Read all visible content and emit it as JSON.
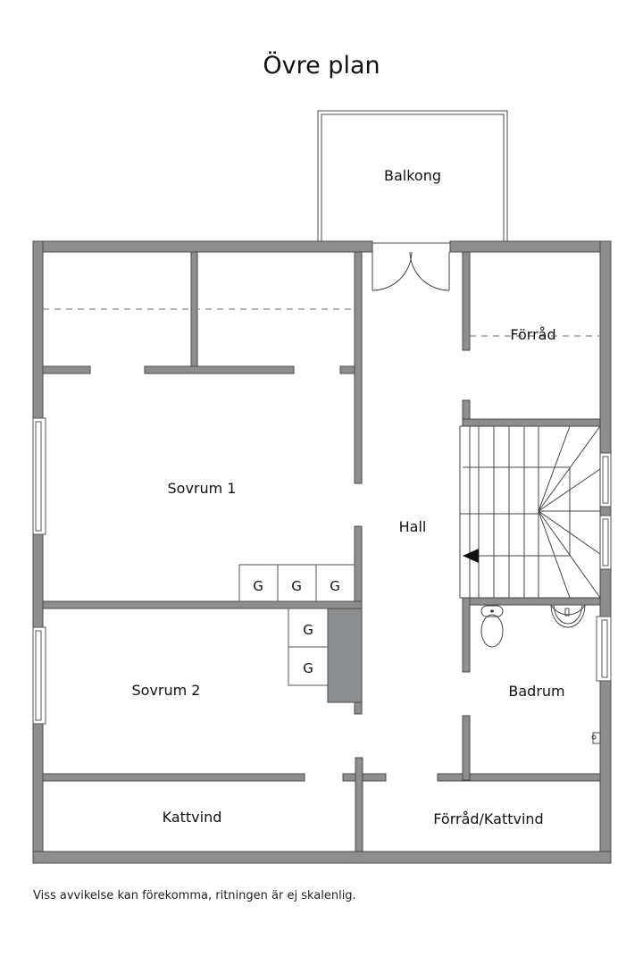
{
  "title": "Övre plan",
  "footnote": "Viss avvikelse kan förekomma, ritningen är ej skalenlig.",
  "rooms": {
    "balkong": "Balkong",
    "forrad": "Förråd",
    "sovrum1": "Sovrum 1",
    "hall": "Hall",
    "sovrum2": "Sovrum 2",
    "badrum": "Badrum",
    "kattvind": "Kattvind",
    "forrad_kattvind": "Förråd/Kattvind"
  },
  "wardrobes": {
    "labels": [
      "G",
      "G",
      "G",
      "G",
      "G"
    ]
  },
  "colors": {
    "wall": "#8c8e8f",
    "wall_edge": "#4a4a4a",
    "line": "#444444"
  }
}
